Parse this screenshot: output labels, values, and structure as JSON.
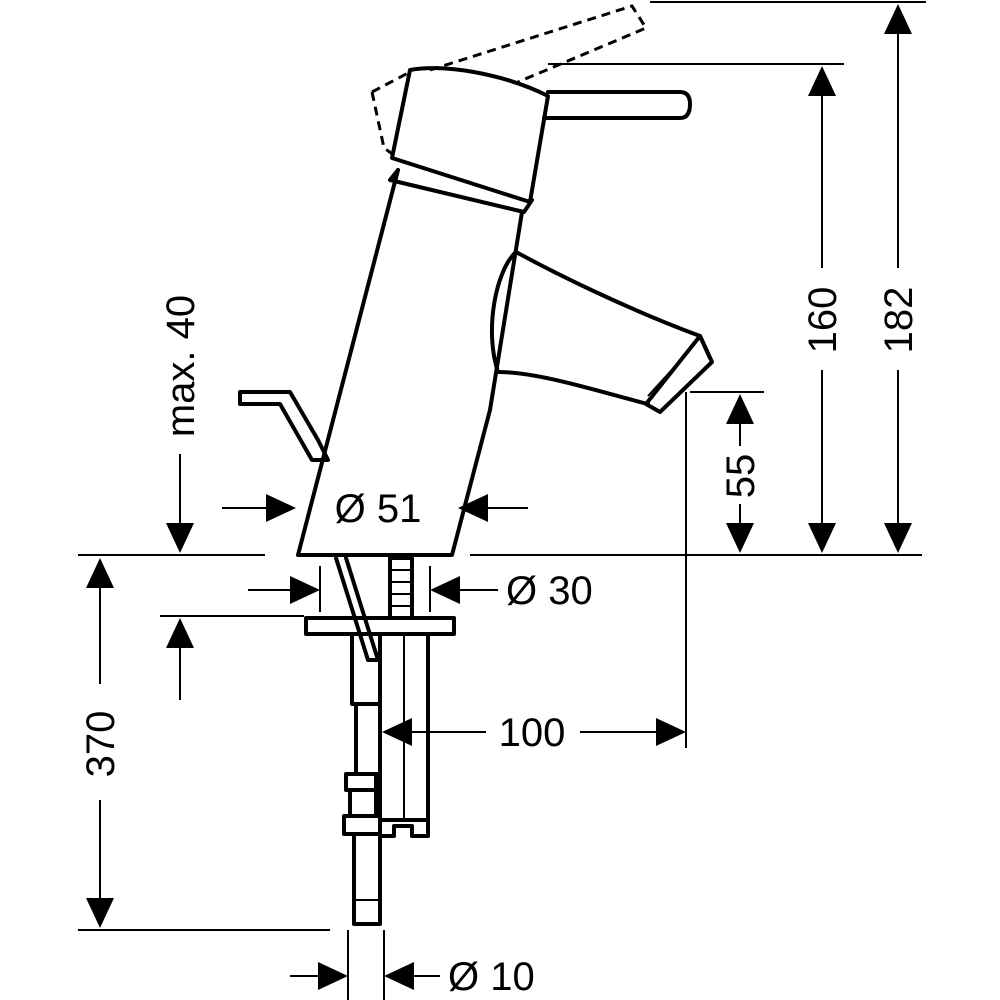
{
  "dimensions": {
    "dia_51": "Ø 51",
    "dia_30": "Ø 30",
    "dia_10": "Ø 10",
    "max_40": "max. 40",
    "h_160": "160",
    "h_182": "182",
    "h_55": "55",
    "h_370": "370",
    "reach_100": "100"
  }
}
